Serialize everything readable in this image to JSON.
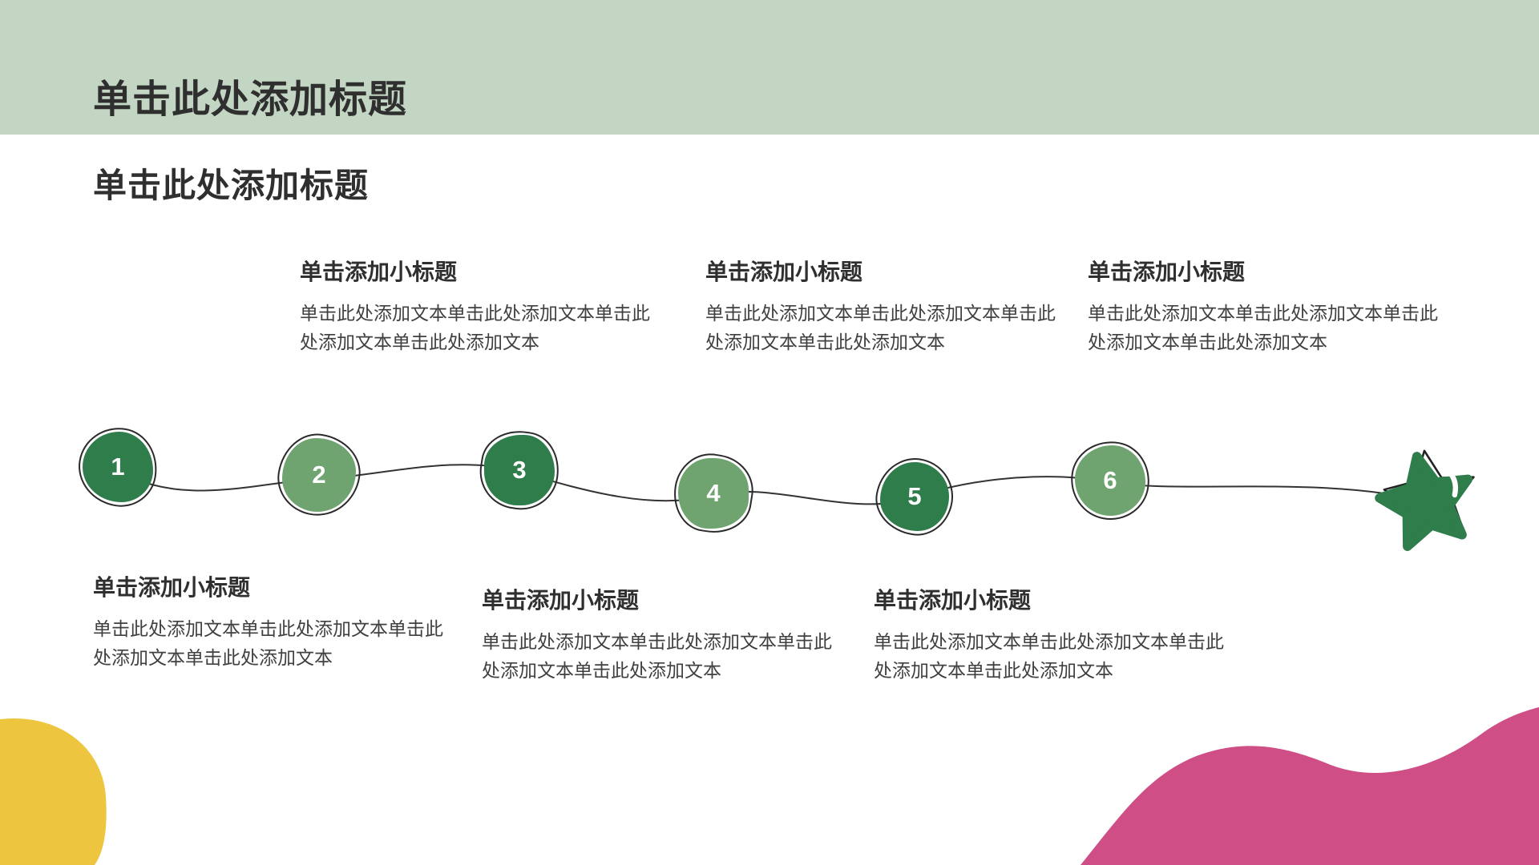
{
  "slide": {
    "header_title": "单击此处添加标题",
    "section_title": "单击此处添加标题"
  },
  "colors": {
    "header-bg": "#c2d6c3",
    "node-dark": "#2e7d4b",
    "node-light": "#6fa471",
    "accent-yellow": "#edc53f",
    "accent-pink": "#ce4e85",
    "text-dark": "#2f2f2f",
    "text-body": "#404040",
    "line-color": "#333333"
  },
  "timeline": {
    "nodes": [
      {
        "number": "1"
      },
      {
        "number": "2"
      },
      {
        "number": "3"
      },
      {
        "number": "4"
      },
      {
        "number": "5"
      },
      {
        "number": "6"
      }
    ],
    "end_marker": "star"
  },
  "blocks_top": [
    {
      "heading": "单击添加小标题",
      "body": "单击此处添加文本单击此处添加文本单击此处添加文本单击此处添加文本"
    },
    {
      "heading": "单击添加小标题",
      "body": "单击此处添加文本单击此处添加文本单击此处添加文本单击此处添加文本"
    },
    {
      "heading": "单击添加小标题",
      "body": "单击此处添加文本单击此处添加文本单击此处添加文本单击此处添加文本"
    }
  ],
  "blocks_bottom": [
    {
      "heading": "单击添加小标题",
      "body": "单击此处添加文本单击此处添加文本单击此处添加文本单击此处添加文本"
    },
    {
      "heading": "单击添加小标题",
      "body": "单击此处添加文本单击此处添加文本单击此处添加文本单击此处添加文本"
    },
    {
      "heading": "单击添加小标题",
      "body": "单击此处添加文本单击此处添加文本单击此处添加文本单击此处添加文本"
    }
  ]
}
